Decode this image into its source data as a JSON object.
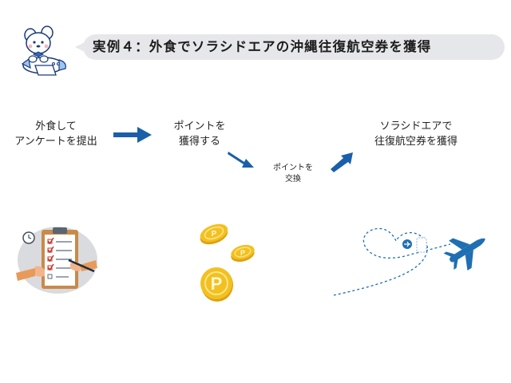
{
  "banner": {
    "title": "実例４：外食でソラシドエアの沖縄往復航空券を獲得"
  },
  "steps": [
    {
      "line1": "外食して",
      "line2": "アンケートを提出"
    },
    {
      "line1": "ポイントを",
      "line2": "獲得する"
    },
    {
      "line1": "ポイントを",
      "line2": "交換"
    },
    {
      "line1": "ソラシドエアで",
      "line2": "往復航空券を獲得"
    }
  ],
  "coins": {
    "mark": "P"
  },
  "colors": {
    "arrow": "#1a5faa",
    "banner": "#e6e7ea",
    "coin": "#f3c021",
    "plane": "#1f6fb2"
  },
  "icons": [
    "mascot-icon",
    "arrow-right-icon",
    "arrow-down-right-icon",
    "arrow-up-right-icon",
    "survey-clipboard-icon",
    "coins-icon",
    "airplane-icon"
  ]
}
